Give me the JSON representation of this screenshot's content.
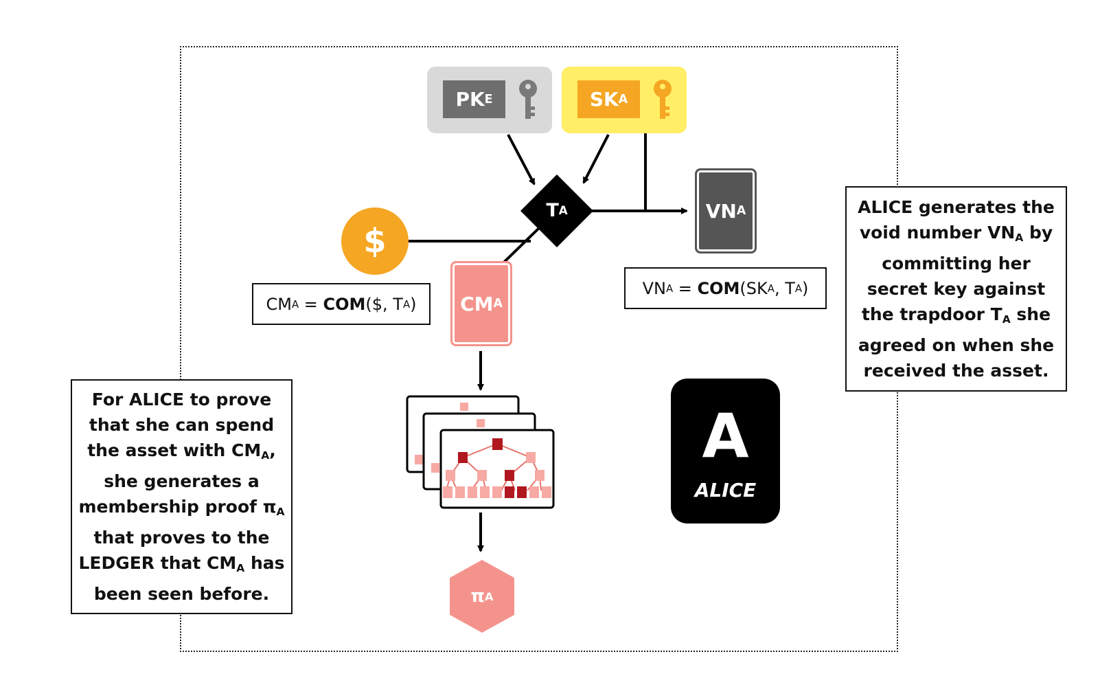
{
  "keys": {
    "pk": {
      "main": "PK",
      "sub": "E",
      "color": "#d9d9d9",
      "label_color": "#6e6e6e",
      "icon": "key-icon"
    },
    "sk": {
      "main": "SK",
      "sub": "A",
      "color": "#ffee66",
      "label_color": "#f5a623",
      "icon": "key-icon"
    }
  },
  "trapdoor": {
    "main": "T",
    "sub": "A"
  },
  "asset": {
    "symbol": "$",
    "color": "#f5a623"
  },
  "void_number": {
    "main": "VN",
    "sub": "A",
    "color": "#555555"
  },
  "commitment": {
    "main": "CM",
    "sub": "A",
    "color": "#f4938c"
  },
  "proof": {
    "main": "π",
    "sub": "A",
    "color": "#f4938c"
  },
  "formulas": {
    "cm": {
      "lhs": "CM",
      "lhs_sub": "A",
      "eq": " = ",
      "fn": "COM",
      "args_open": "($, T",
      "args_sub": "A",
      "args_close": ")"
    },
    "vn": {
      "lhs": "VN",
      "lhs_sub": "A",
      "eq": " = ",
      "fn": "COM",
      "args_open": "(SK",
      "args_sub1": "A",
      "args_mid": ", T",
      "args_sub2": "A",
      "args_close": ")"
    }
  },
  "notes": {
    "left": {
      "l1": "For ALICE to prove",
      "l2": "that she can spend",
      "l3a": "the asset with CM",
      "l3sub": "A",
      "l3b": ",",
      "l4": "she generates a",
      "l5a": "membership proof π",
      "l5sub": "A",
      "l6": "that proves to the",
      "l7a": "LEDGER that CM",
      "l7sub": "A",
      "l7b": " has",
      "l8": "been seen before."
    },
    "right": {
      "l1": "ALICE generates the",
      "l2a": "void number VN",
      "l2sub": "A",
      "l2b": " by",
      "l3": "committing her",
      "l4": "secret key against",
      "l5a": "the trapdoor T",
      "l5sub": "A",
      "l5b": " she",
      "l6": "agreed on when she",
      "l7": "received the asset."
    }
  },
  "actor": {
    "letter": "A",
    "name": "ALICE"
  },
  "tree": {
    "light": "#f7a9a3",
    "dark": "#b0171f",
    "edge": "#e8746d"
  }
}
